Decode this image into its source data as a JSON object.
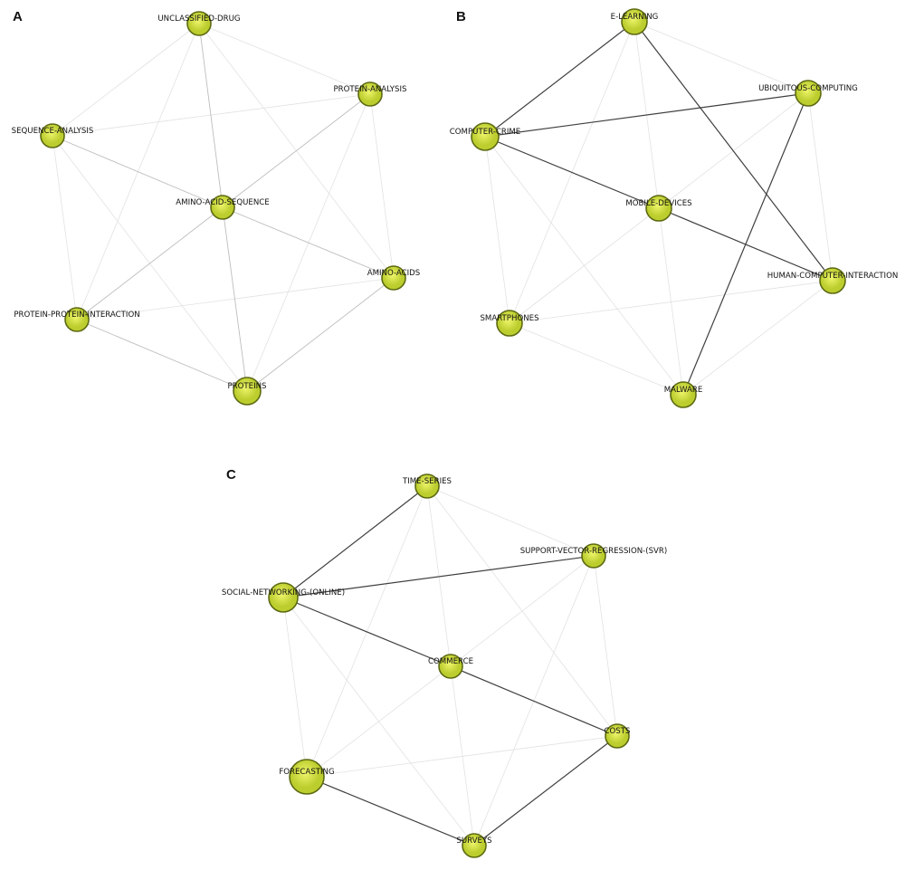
{
  "colors": {
    "node_fill_center": "#eef56a",
    "node_fill_mid": "#bccd2e",
    "node_stroke": "#5d6a12",
    "edge_strong": "#3f3f3f",
    "edge_medium": "#bdbdbd",
    "edge_weak": "#e2e2e2"
  },
  "panels": [
    {
      "id": "A",
      "label": "A",
      "nodes": [
        {
          "id": "unclassified",
          "label": "UNCLASSIFIED-DRUG"
        },
        {
          "id": "protanalysis",
          "label": "PROTEIN-ANALYSIS"
        },
        {
          "id": "seqanalysis",
          "label": "SEQUENCE-ANALYSIS"
        },
        {
          "id": "aaseq",
          "label": "AMINO-ACID-SEQUENCE"
        },
        {
          "id": "aminoacids",
          "label": "AMINO-ACIDS"
        },
        {
          "id": "ppi",
          "label": "PROTEIN-PROTEIN-INTERACTION"
        },
        {
          "id": "proteins",
          "label": "PROTEINS"
        }
      ],
      "edges": [
        {
          "source": "seqanalysis",
          "target": "aaseq",
          "weight": "medium"
        },
        {
          "source": "aaseq",
          "target": "ppi",
          "weight": "medium"
        },
        {
          "source": "aaseq",
          "target": "aminoacids",
          "weight": "medium"
        },
        {
          "source": "aaseq",
          "target": "protanalysis",
          "weight": "medium"
        },
        {
          "source": "ppi",
          "target": "proteins",
          "weight": "medium"
        },
        {
          "source": "unclassified",
          "target": "aaseq",
          "weight": "medium"
        },
        {
          "source": "aaseq",
          "target": "proteins",
          "weight": "medium"
        },
        {
          "source": "proteins",
          "target": "aminoacids",
          "weight": "medium"
        },
        {
          "source": "unclassified",
          "target": "protanalysis",
          "weight": "weak"
        },
        {
          "source": "unclassified",
          "target": "seqanalysis",
          "weight": "weak"
        },
        {
          "source": "unclassified",
          "target": "ppi",
          "weight": "weak"
        },
        {
          "source": "unclassified",
          "target": "aminoacids",
          "weight": "weak"
        },
        {
          "source": "seqanalysis",
          "target": "protanalysis",
          "weight": "weak"
        },
        {
          "source": "seqanalysis",
          "target": "ppi",
          "weight": "weak"
        },
        {
          "source": "seqanalysis",
          "target": "proteins",
          "weight": "weak"
        },
        {
          "source": "protanalysis",
          "target": "aminoacids",
          "weight": "weak"
        },
        {
          "source": "protanalysis",
          "target": "proteins",
          "weight": "weak"
        },
        {
          "source": "ppi",
          "target": "aminoacids",
          "weight": "weak"
        }
      ]
    },
    {
      "id": "B",
      "label": "B",
      "nodes": [
        {
          "id": "elearning",
          "label": "E-LEARNING"
        },
        {
          "id": "ubiquitous",
          "label": "UBIQUITOUS-COMPUTING"
        },
        {
          "id": "crime",
          "label": "COMPUTER-CRIME"
        },
        {
          "id": "mobile",
          "label": "MOBILE-DEVICES"
        },
        {
          "id": "hci",
          "label": "HUMAN-COMPUTER-INTERACTION"
        },
        {
          "id": "smartphones",
          "label": "SMARTPHONES"
        },
        {
          "id": "malware",
          "label": "MALWARE"
        }
      ],
      "edges": [
        {
          "source": "elearning",
          "target": "crime",
          "weight": "strong"
        },
        {
          "source": "elearning",
          "target": "hci",
          "weight": "strong"
        },
        {
          "source": "crime",
          "target": "ubiquitous",
          "weight": "strong"
        },
        {
          "source": "crime",
          "target": "mobile",
          "weight": "strong"
        },
        {
          "source": "mobile",
          "target": "hci",
          "weight": "strong"
        },
        {
          "source": "ubiquitous",
          "target": "malware",
          "weight": "strong"
        },
        {
          "source": "elearning",
          "target": "ubiquitous",
          "weight": "weak"
        },
        {
          "source": "elearning",
          "target": "mobile",
          "weight": "weak"
        },
        {
          "source": "elearning",
          "target": "smartphones",
          "weight": "weak"
        },
        {
          "source": "crime",
          "target": "smartphones",
          "weight": "weak"
        },
        {
          "source": "crime",
          "target": "malware",
          "weight": "weak"
        },
        {
          "source": "ubiquitous",
          "target": "mobile",
          "weight": "weak"
        },
        {
          "source": "ubiquitous",
          "target": "hci",
          "weight": "weak"
        },
        {
          "source": "mobile",
          "target": "smartphones",
          "weight": "weak"
        },
        {
          "source": "mobile",
          "target": "malware",
          "weight": "weak"
        },
        {
          "source": "smartphones",
          "target": "hci",
          "weight": "weak"
        },
        {
          "source": "smartphones",
          "target": "malware",
          "weight": "weak"
        },
        {
          "source": "malware",
          "target": "hci",
          "weight": "weak"
        }
      ]
    },
    {
      "id": "C",
      "label": "C",
      "nodes": [
        {
          "id": "timeseries",
          "label": "TIME-SERIES"
        },
        {
          "id": "svr",
          "label": "SUPPORT-VECTOR-REGRESSION-(SVR)"
        },
        {
          "id": "social",
          "label": "SOCIAL-NETWORKING-(ONLINE)"
        },
        {
          "id": "commerce",
          "label": "COMMERCE"
        },
        {
          "id": "costs",
          "label": "COSTS"
        },
        {
          "id": "forecasting",
          "label": "FORECASTING"
        },
        {
          "id": "surveys",
          "label": "SURVEYS"
        }
      ],
      "edges": [
        {
          "source": "timeseries",
          "target": "social",
          "weight": "strong"
        },
        {
          "source": "social",
          "target": "svr",
          "weight": "strong"
        },
        {
          "source": "social",
          "target": "commerce",
          "weight": "strong"
        },
        {
          "source": "commerce",
          "target": "costs",
          "weight": "strong"
        },
        {
          "source": "forecasting",
          "target": "surveys",
          "weight": "strong"
        },
        {
          "source": "surveys",
          "target": "costs",
          "weight": "strong"
        },
        {
          "source": "timeseries",
          "target": "svr",
          "weight": "weak"
        },
        {
          "source": "timeseries",
          "target": "commerce",
          "weight": "weak"
        },
        {
          "source": "timeseries",
          "target": "costs",
          "weight": "weak"
        },
        {
          "source": "timeseries",
          "target": "forecasting",
          "weight": "weak"
        },
        {
          "source": "svr",
          "target": "commerce",
          "weight": "weak"
        },
        {
          "source": "svr",
          "target": "costs",
          "weight": "weak"
        },
        {
          "source": "svr",
          "target": "surveys",
          "weight": "weak"
        },
        {
          "source": "social",
          "target": "forecasting",
          "weight": "weak"
        },
        {
          "source": "social",
          "target": "surveys",
          "weight": "weak"
        },
        {
          "source": "commerce",
          "target": "forecasting",
          "weight": "weak"
        },
        {
          "source": "commerce",
          "target": "surveys",
          "weight": "weak"
        },
        {
          "source": "forecasting",
          "target": "costs",
          "weight": "weak"
        }
      ]
    }
  ]
}
